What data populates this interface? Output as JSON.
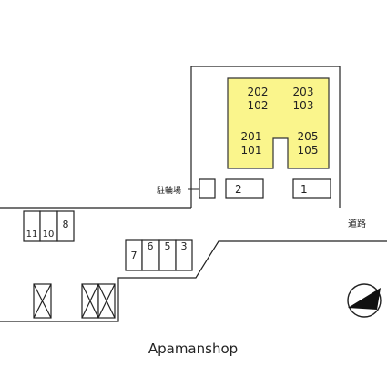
{
  "building": {
    "fill_color": "#FAF58C",
    "rooms": {
      "r202": "202",
      "r102": "102",
      "r203": "203",
      "r103": "103",
      "r201": "201",
      "r101": "101",
      "r205": "205",
      "r105": "105"
    }
  },
  "bicycle_parking_label": "駐輪場",
  "parking_spaces": {
    "p1": "1",
    "p2": "2",
    "p3": "3",
    "p5": "5",
    "p6": "6",
    "p7": "7",
    "p8": "8",
    "p10": "10",
    "p11": "11"
  },
  "road_label": "道路",
  "brand": "Apamanshop",
  "north_icon": "north-arrow-icon"
}
